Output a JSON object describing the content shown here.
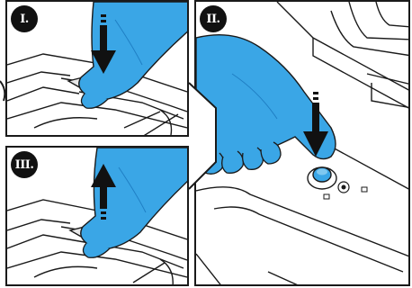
{
  "steps": [
    {
      "label": "I."
    },
    {
      "label": "II."
    },
    {
      "label": "III."
    }
  ],
  "colors": {
    "glove": "#3aa6e6",
    "glove_shadow": "#1f7fc4",
    "outline": "#1a1a1a",
    "badge": "#111111"
  },
  "icons": {
    "arrow_down": "arrow-down-icon",
    "arrow_up": "arrow-up-icon",
    "power_button": "power-button-icon"
  }
}
